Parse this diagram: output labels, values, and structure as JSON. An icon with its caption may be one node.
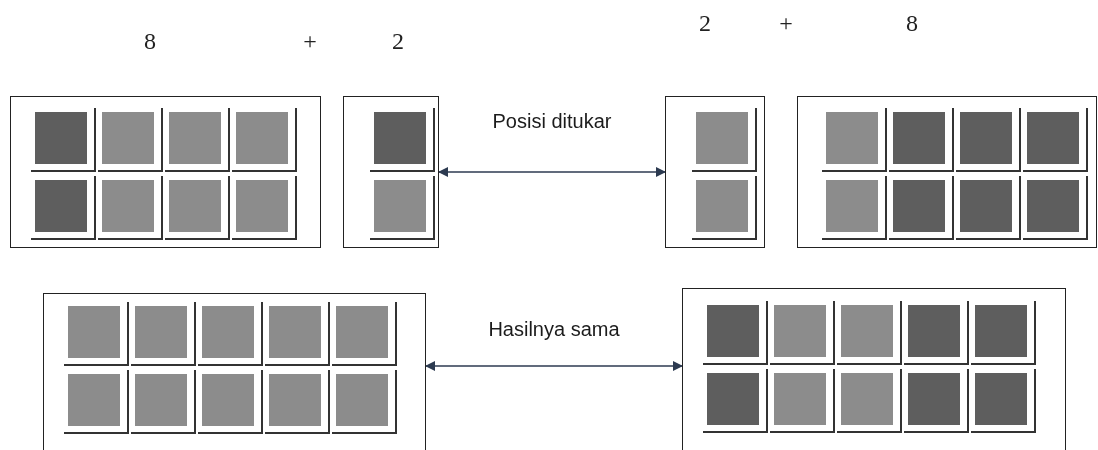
{
  "diagram": {
    "nodes": [
      {
        "text": [],
        "shape": "box"
      },
      {
        "text": [],
        "shape": "box"
      },
      {
        "text": [],
        "shape": "box"
      },
      {
        "text": [],
        "shape": "box"
      },
      {
        "text": [],
        "shape": "box"
      },
      {
        "text": [],
        "shape": "box"
      }
    ],
    "edges": [
      {
        "from": 1,
        "to": 2,
        "arrow": "both",
        "label": "Posisi ditukar"
      },
      {
        "from": 4,
        "to": 5,
        "arrow": "both",
        "label": "Hasilnya sama"
      }
    ],
    "labels": [
      "8",
      "+",
      "2",
      "2",
      "+",
      "8"
    ]
  }
}
